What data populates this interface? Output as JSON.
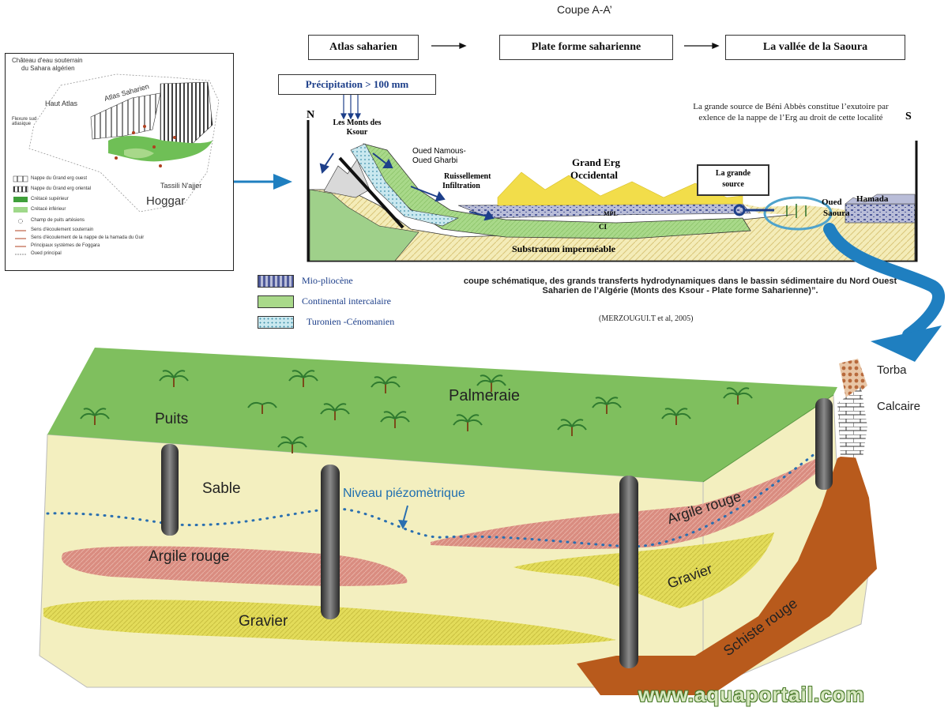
{
  "top": {
    "title": "Coupe A-A’",
    "flow_boxes": [
      "Atlas saharien",
      "Plate forme saharienne",
      "La vallée de la Saoura"
    ],
    "precip": "Précipitation  > 100 mm",
    "north": "N",
    "south": "S",
    "source_note": "La grande source de Béni Abbès constitue l’exutoire par exlence de la nappe de l’Erg au droit de cette localité",
    "section_labels": {
      "monts": "Les Monts des Ksour",
      "oued_namous": "Oued Namous-",
      "oued_gharbi": "Oued Gharbi",
      "ruissellement": "Ruissellement",
      "infiltration": "Infiltration",
      "grand_erg": "Grand Erg",
      "occidental": "Occidental",
      "grande_source_1": "La grande",
      "grande_source_2": "source",
      "oued": "Oued",
      "saoura": "Saoura",
      "hamada": "Hamada",
      "mpl": "MPL",
      "ci": "CI",
      "substratum": "Substratum  imperméable"
    },
    "legend": [
      "Mio-pliocène",
      "Continental intercalaire",
      "Turonien -Cénomanien"
    ],
    "caption": "coupe schématique, des grands transferts hydrodynamiques dans le bassin sédimentaire du Nord Ouest Saharien de l’Algérie (Monts des Ksour - Plate forme Saharienne)”.",
    "citation": "(MERZOUGUI.T et al, 2005)"
  },
  "map": {
    "title_1": "Château d'eau souterrain",
    "title_2": "du Sahara algérien",
    "labels": [
      "Haut Atlas",
      "Atlas Saharien",
      "Flexure sud atlasique",
      "Tassili N'ajjer",
      "Hoggar"
    ],
    "legend": [
      "Nappe du Grand erg ouest",
      "Nappe du Grand erg oriental",
      "Crétacé supérieur",
      "Crétacé inférieur",
      "Champ de puits artésiens",
      "Sens d'écoulement souterrain",
      "Sens d'écoulement de la nappe de la hamada du Guir",
      "Principaux systèmes de Foggara",
      "Oued principal"
    ]
  },
  "bottom": {
    "labels": {
      "palmeraie": "Palmeraie",
      "puits": "Puits",
      "sable": "Sable",
      "niveau": "Niveau piézomètrique",
      "argile_left": "Argile rouge",
      "argile_right": "Argile rouge",
      "gravier_left": "Gravier",
      "gravier_right": "Gravier",
      "schiste": "Schiste rouge",
      "torba": "Torba",
      "calcaire": "Calcaire"
    }
  },
  "watermark": "www.aquaportail.com",
  "colors": {
    "green_top": "#7fbf5e",
    "sand": "#f3efbf",
    "clay": "#d98c80",
    "gravel": "#e3dc5a",
    "schist": "#b85a1c",
    "arrow_blue": "#1f7fc0",
    "water_dots": "#2a6fb0"
  }
}
